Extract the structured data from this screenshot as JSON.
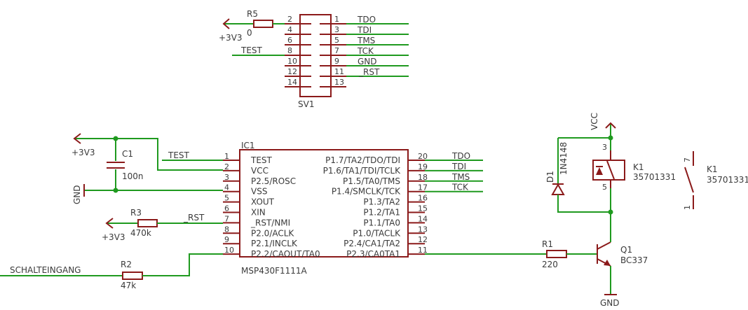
{
  "connector": {
    "name": "SV1",
    "left_pins": [
      "2",
      "4",
      "6",
      "8",
      "10",
      "12",
      "14"
    ],
    "right_pins": [
      "1",
      "3",
      "5",
      "7",
      "9",
      "11",
      "13"
    ],
    "signals": [
      "TDO",
      "TDI",
      "TMS",
      "TCK",
      "GND",
      "_RST"
    ]
  },
  "r5": {
    "name": "R5",
    "value": "0"
  },
  "supply_3v3": "+3V3",
  "test_label": "TEST",
  "ic": {
    "name": "IC1",
    "part": "MSP430F1111A",
    "left_nums": [
      "1",
      "2",
      "3",
      "4",
      "5",
      "6",
      "7",
      "8",
      "9",
      "10"
    ],
    "left_names": [
      "TEST",
      "VCC",
      "P2.5/ROSC",
      "VSS",
      "XOUT",
      "XIN",
      "_RST/NMI",
      "P2.0/ACLK",
      "P2.1/INCLK",
      "P2.2/CAOUT/TA0"
    ],
    "right_nums": [
      "20",
      "19",
      "18",
      "17",
      "16",
      "15",
      "14",
      "13",
      "12",
      "11"
    ],
    "right_names": [
      "P1.7/TA2/TDO/TDI",
      "P1.6/TA1/TDI/TCLK",
      "P1.5/TA0/TMS",
      "P1.4/SMCLK/TCK",
      "P1.3/TA2",
      "P1.2/TA1",
      "P1.1/TA0",
      "P1.0/TACLK",
      "P2.4/CA1/TA2",
      "P2.3/CA0TA1"
    ],
    "net_labels": [
      "TDO",
      "TDI",
      "TMS",
      "TCK"
    ]
  },
  "c1": {
    "name": "C1",
    "value": "100n"
  },
  "gnd": "GND",
  "r3": {
    "name": "R3",
    "value": "470k"
  },
  "rst_label": "_RST",
  "r2": {
    "name": "R2",
    "value": "47k"
  },
  "input_label": "SCHALTEINGANG",
  "r1": {
    "name": "R1",
    "value": "220"
  },
  "q1": {
    "name": "Q1",
    "value": "BC337"
  },
  "d1": {
    "name": "D1",
    "value": "1N4148"
  },
  "vcc": "VCC",
  "k1": {
    "name": "K1",
    "value": "35701331",
    "pins": [
      "3",
      "5",
      "7",
      "1"
    ]
  }
}
